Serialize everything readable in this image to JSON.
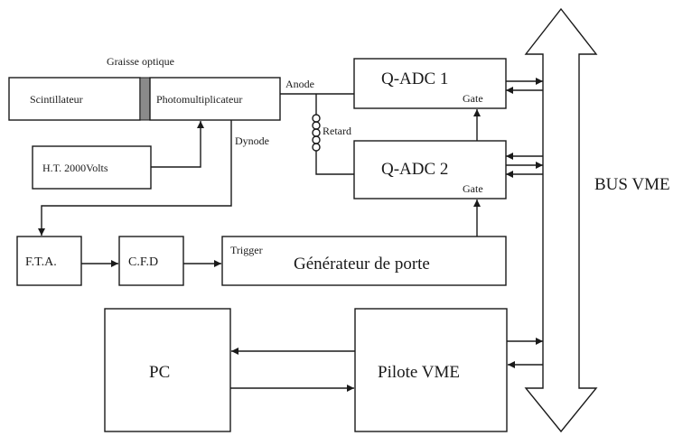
{
  "labels": {
    "graisse": "Graisse optique",
    "scintillateur": "Scintillateur",
    "photomultiplicateur": "Photomultiplicateur",
    "anode": "Anode",
    "retard": "Retard",
    "dynode": "Dynode",
    "ht": "H.T. 2000Volts",
    "qadc1": "Q-ADC 1",
    "qadc2": "Q-ADC 2",
    "gate1": "Gate",
    "gate2": "Gate",
    "fta": "F.T.A.",
    "cfd": "C.F.D",
    "trigger": "Trigger",
    "generateur": "Générateur de porte",
    "pc": "PC",
    "pilote": "Pilote VME",
    "bus": "BUS VME"
  },
  "colors": {
    "line": "#1a1a1a",
    "grease": "#8a8a8a",
    "background": "#ffffff"
  }
}
